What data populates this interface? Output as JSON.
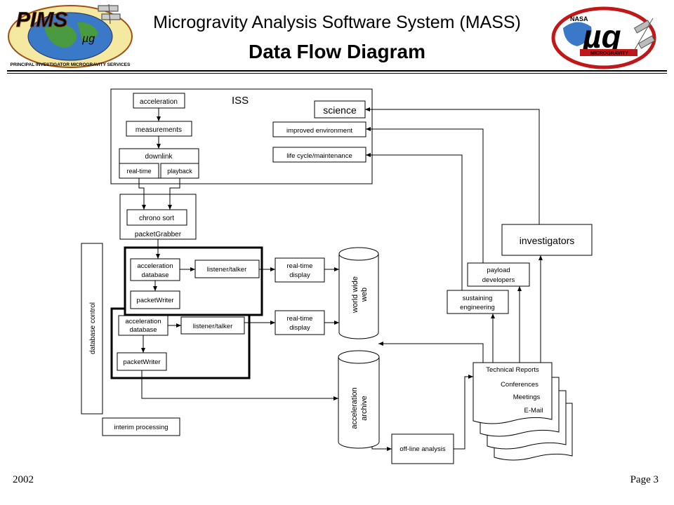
{
  "header": {
    "title": "Microgravity Analysis Software System (MASS)",
    "subtitle": "Data Flow Diagram",
    "left_logo": {
      "text": "PIMS",
      "ring_text": "PRINCIPAL INVESTIGATOR MICROGRAVITY SERVICES",
      "mu_g": "µg"
    },
    "right_logo": {
      "text": "µg",
      "nasa": "NASA",
      "band": "MICROGRAVITY"
    }
  },
  "footer": {
    "year": "2002",
    "page": "Page 3"
  },
  "diagram": {
    "iss_label": "ISS",
    "acceleration": "acceleration",
    "measurements": "measurements",
    "downlink": "downlink",
    "real_time": "real-time",
    "playback": "playback",
    "science": "science",
    "improved_environment": "improved environment",
    "life_cycle": "life cycle/maintenance",
    "chrono_sort": "chrono sort",
    "packet_grabber": "packetGrabber",
    "database_control": "database control",
    "acc_db_1": "acceleration",
    "acc_db_1b": "database",
    "listener_talker_1": "listener/talker",
    "packet_writer_1": "packetWriter",
    "acc_db_2": "acceleration",
    "acc_db_2b": "database",
    "listener_talker_2": "listener/talker",
    "packet_writer_2": "packetWriter",
    "rt_display_1a": "real-time",
    "rt_display_1b": "display",
    "rt_display_2a": "real-time",
    "rt_display_2b": "display",
    "www_a": "world wide",
    "www_b": "web",
    "archive_a": "acceleration",
    "archive_b": "archive",
    "interim_processing": "interim processing",
    "offline_analysis": "off-line analysis",
    "investigators": "investigators",
    "payload_dev_a": "payload",
    "payload_dev_b": "developers",
    "sustaining_a": "sustaining",
    "sustaining_b": "engineering",
    "technical_reports": "Technical Reports",
    "conferences": "Conferences",
    "meetings": "Meetings",
    "email": "E-Mail"
  }
}
